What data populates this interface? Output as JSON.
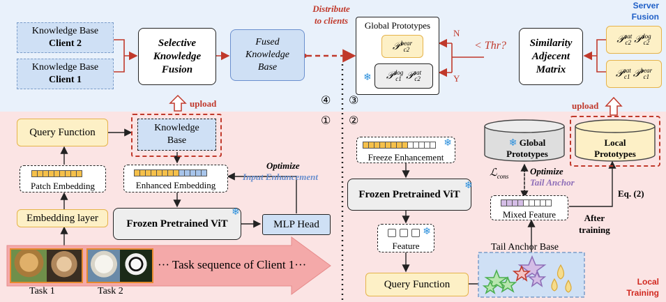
{
  "regions": {
    "server": "Server Fusion",
    "server_l1": "Server",
    "server_l2": "Fusion",
    "local_l1": "Local",
    "local_l2": "Training"
  },
  "kb_client2": {
    "l1": "Knowledge Base",
    "l2": "Client 2"
  },
  "kb_client1": {
    "l1": "Knowledge Base",
    "l2": "Client 1"
  },
  "selective": {
    "l1": "Selective",
    "l2": "Knowledge",
    "l3": "Fusion"
  },
  "fused": {
    "l1": "Fused",
    "l2": "Knowledge",
    "l3": "Base"
  },
  "distribute": {
    "l1": "Distribute",
    "l2": "to clients"
  },
  "global_prototypes_title": "Global Prototypes",
  "proto_bear_c2": {
    "base": "𝒫",
    "sup": "bear",
    "sub": "c2"
  },
  "proto_dog_c1": {
    "base": "𝒫",
    "sup": "dog",
    "sub": "c1"
  },
  "proto_cat_c2": {
    "base": "𝒫",
    "sup": "cat",
    "sub": "c2"
  },
  "threshold": "< Thr?",
  "branch_n": "N",
  "branch_y": "Y",
  "similarity": {
    "l1": "Similarity",
    "l2": "Adjecent",
    "l3": "Matrix"
  },
  "client_proto_top": [
    {
      "sup": "cat",
      "sub": "c2"
    },
    {
      "sup": "dog",
      "sub": "c2"
    }
  ],
  "client_proto_bot": [
    {
      "sup": "cat",
      "sub": "c1"
    },
    {
      "sup": "bear",
      "sub": "c1"
    }
  ],
  "upload": "upload",
  "step_numbers": {
    "s4": "④",
    "s3": "③",
    "s1": "①",
    "s2": "②"
  },
  "left": {
    "query_function": "Query Function",
    "knowledge_base": {
      "l1": "Knowledge",
      "l2": "Base"
    },
    "patch_embedding": "Patch Embedding",
    "enhanced_embedding": "Enhanced Embedding",
    "optimize": "Optimize",
    "input_enhancement": "Input Enhancement",
    "embedding_layer": "Embedding layer",
    "frozen_vit": "Frozen Pretrained ViT",
    "mlp_head": "MLP Head",
    "task_sequence": "··· Task sequence of Client 1···",
    "task1": "Task 1",
    "task2": "Task 2"
  },
  "right": {
    "freeze_enhancement": "Freeze Enhancement",
    "frozen_vit": "Frozen Pretrained ViT",
    "feature": "Feature",
    "query_function": "Query Function",
    "global_prototypes": {
      "l1": "Global",
      "l2": "Prototypes"
    },
    "local_prototypes": {
      "l1": "Local",
      "l2": "Prototypes"
    },
    "l_cons": "ℒ",
    "l_cons_sub": "cons",
    "optimize": "Optimize",
    "tail_anchor": "Tail Anchor",
    "mixed_feature": "Mixed Feature",
    "after_training": {
      "l1": "After",
      "l2": "training"
    },
    "eq2": "Eq. (2)",
    "tail_anchor_base": "Tail Anchor Base"
  },
  "colors": {
    "red": "#c0392b",
    "blue_italic": "#6a8fce",
    "purple": "#8e6fb8",
    "server_label": "#1f5fc7",
    "local_label": "#d1281f"
  }
}
